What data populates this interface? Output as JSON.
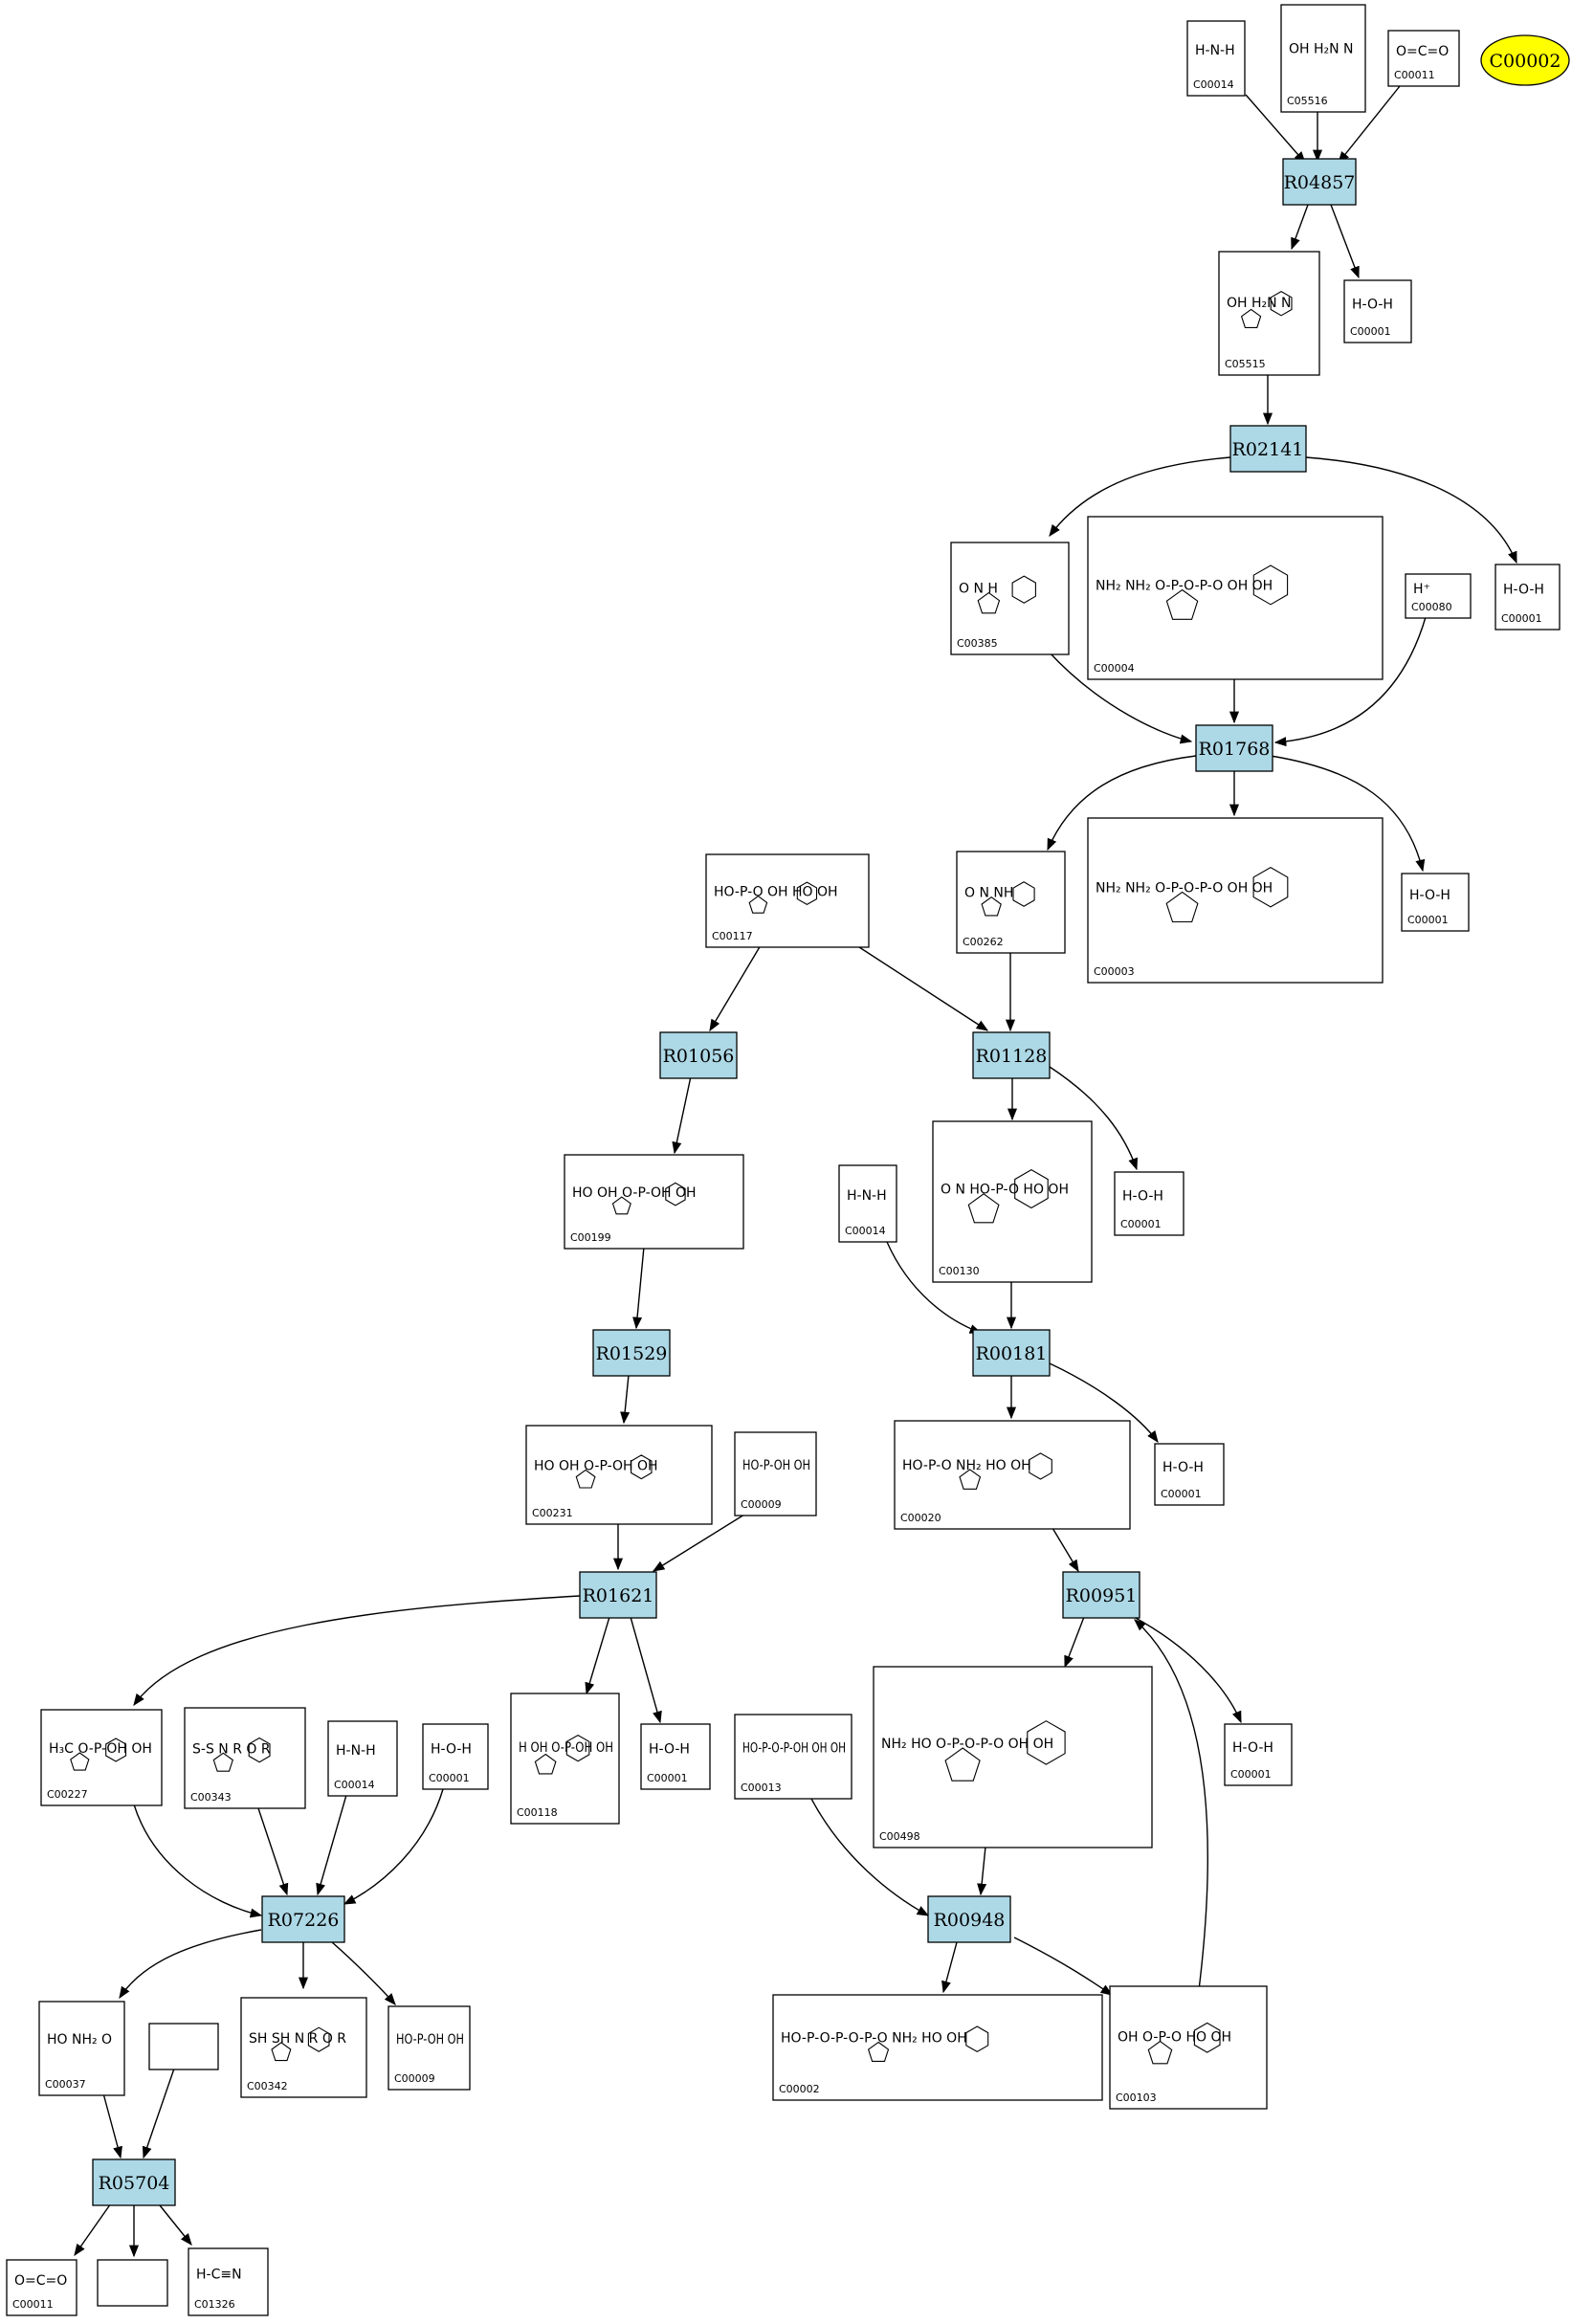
{
  "reactions": [
    {
      "id": "R04857",
      "label": "R04857"
    },
    {
      "id": "R02141",
      "label": "R02141"
    },
    {
      "id": "R01768",
      "label": "R01768"
    },
    {
      "id": "R01056",
      "label": "R01056"
    },
    {
      "id": "R01128",
      "label": "R01128"
    },
    {
      "id": "R01529",
      "label": "R01529"
    },
    {
      "id": "R00181",
      "label": "R00181"
    },
    {
      "id": "R01621",
      "label": "R01621"
    },
    {
      "id": "R00951",
      "label": "R00951"
    },
    {
      "id": "R07226",
      "label": "R07226"
    },
    {
      "id": "R00948",
      "label": "R00948"
    },
    {
      "id": "R05704",
      "label": "R05704"
    }
  ],
  "highlight": {
    "label": "C00002",
    "color": "#ffff00"
  },
  "compounds": [
    {
      "key": "c14a",
      "label": "C00014",
      "structure": "H-N-H"
    },
    {
      "key": "c5516",
      "label": "C05516",
      "structure": "OH H₂N N"
    },
    {
      "key": "c11a",
      "label": "C00011",
      "structure": "O=C=O"
    },
    {
      "key": "c5515",
      "label": "C05515",
      "structure": "OH H₂N N"
    },
    {
      "key": "c1a",
      "label": "C00001",
      "structure": "H-O-H"
    },
    {
      "key": "c385",
      "label": "C00385",
      "structure": "O N H"
    },
    {
      "key": "c4",
      "label": "C00004",
      "structure": "NH₂ NH₂ O-P-O-P-O OH OH"
    },
    {
      "key": "c80",
      "label": "C00080",
      "structure": "H⁺"
    },
    {
      "key": "c1b",
      "label": "C00001",
      "structure": "H-O-H"
    },
    {
      "key": "c117",
      "label": "C00117",
      "structure": "HO-P-O OH HO OH"
    },
    {
      "key": "c262",
      "label": "C00262",
      "structure": "O N NH"
    },
    {
      "key": "c3",
      "label": "C00003",
      "structure": "NH₂ NH₂ O-P-O-P-O OH OH"
    },
    {
      "key": "c1c",
      "label": "C00001",
      "structure": "H-O-H"
    },
    {
      "key": "c199",
      "label": "C00199",
      "structure": "HO OH O-P-OH OH"
    },
    {
      "key": "c130",
      "label": "C00130",
      "structure": "O N HO-P-O HO OH"
    },
    {
      "key": "c14b",
      "label": "C00014",
      "structure": "H-N-H"
    },
    {
      "key": "c1d",
      "label": "C00001",
      "structure": "H-O-H"
    },
    {
      "key": "c231",
      "label": "C00231",
      "structure": "HO OH O-P-OH OH"
    },
    {
      "key": "c9a",
      "label": "C00009",
      "structure": "HO-P-OH OH"
    },
    {
      "key": "c20",
      "label": "C00020",
      "structure": "HO-P-O NH₂ HO OH"
    },
    {
      "key": "c1e",
      "label": "C00001",
      "structure": "H-O-H"
    },
    {
      "key": "c227",
      "label": "C00227",
      "structure": "H₃C O-P-OH OH"
    },
    {
      "key": "c343",
      "label": "C00343",
      "structure": "S-S N R O R"
    },
    {
      "key": "c14c",
      "label": "C00014",
      "structure": "H-N-H"
    },
    {
      "key": "c1f",
      "label": "C00001",
      "structure": "H-O-H"
    },
    {
      "key": "c118",
      "label": "C00118",
      "structure": "H OH O-P-OH OH"
    },
    {
      "key": "c1g",
      "label": "C00001",
      "structure": "H-O-H"
    },
    {
      "key": "c13",
      "label": "C00013",
      "structure": "HO-P-O-P-OH OH OH"
    },
    {
      "key": "c498",
      "label": "C00498",
      "structure": "NH₂ HO O-P-O-P-O OH OH"
    },
    {
      "key": "c1h",
      "label": "C00001",
      "structure": "H-O-H"
    },
    {
      "key": "c37",
      "label": "C00037",
      "structure": "HO NH₂ O"
    },
    {
      "key": "blank1",
      "label": "",
      "structure": ""
    },
    {
      "key": "c342",
      "label": "C00342",
      "structure": "SH SH N R O R"
    },
    {
      "key": "c9b",
      "label": "C00009",
      "structure": "HO-P-OH OH"
    },
    {
      "key": "c2",
      "label": "C00002",
      "structure": "HO-P-O-P-O-P-O NH₂ HO OH"
    },
    {
      "key": "c103",
      "label": "C00103",
      "structure": "OH O-P-O HO OH"
    },
    {
      "key": "c11b",
      "label": "C00011",
      "structure": "O=C=O"
    },
    {
      "key": "blank2",
      "label": "",
      "structure": ""
    },
    {
      "key": "c1326",
      "label": "C01326",
      "structure": "H-C≡N"
    }
  ]
}
